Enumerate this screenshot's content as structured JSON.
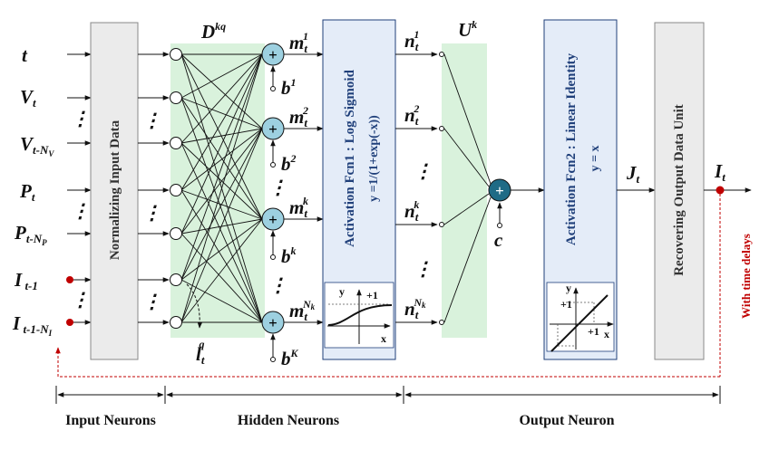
{
  "inputs": [
    {
      "base": "t",
      "sub": ""
    },
    {
      "base": "V",
      "sub": "t"
    },
    {
      "base": "V",
      "sub": "t-N",
      "subsub": "V"
    },
    {
      "base": "P",
      "sub": "t"
    },
    {
      "base": "P",
      "sub": "t-N",
      "subsub": "P"
    },
    {
      "base": "I",
      "sub": " t-1"
    },
    {
      "base": "I",
      "sub": " t-1-N",
      "subsub": "I"
    }
  ],
  "dots": "⋮",
  "boxes": {
    "normalize": "Normalizing Input Data",
    "act1_title": "Activation Fcn1 : Log Sigmoid",
    "act1_formula": "y =1/(1+exp(-x))",
    "act2_title": "Activation Fcn2 : Linear Identity",
    "act2_formula": "y = x",
    "recover": "Recovering Output Data Unit"
  },
  "weights": {
    "D": "D",
    "D_sup": "kq",
    "U": "U",
    "U_sup": "k",
    "l": "l",
    "l_sub": "t",
    "l_sup": "q"
  },
  "hidden_sums": [
    {
      "m_sup": "1",
      "b": "b",
      "b_sup": "1"
    },
    {
      "m_sup": "2",
      "b": "b",
      "b_sup": "2"
    },
    {
      "m_sup": "k",
      "b": "b",
      "b_sup": "k"
    },
    {
      "m_sup": "N",
      "m_supsub": "k",
      "b": "b",
      "b_sup": "K"
    }
  ],
  "m_base": "m",
  "m_sub": "t",
  "n_outputs": [
    {
      "sup": "1"
    },
    {
      "sup": "2"
    },
    {
      "sup": "k"
    },
    {
      "sup": "N",
      "supsub": "k"
    }
  ],
  "n_base": "n",
  "n_sub": "t",
  "plus": "+",
  "c_label": "c",
  "J": {
    "base": "J",
    "sub": "t"
  },
  "I_out": {
    "base": "I",
    "sub": "t"
  },
  "feedback_label": "With time delays",
  "sig_plot": {
    "y": "y",
    "x": "x",
    "one": "+1"
  },
  "lin_plot": {
    "y": "y",
    "x": "x",
    "one_y": "+1",
    "one_x": "+1"
  },
  "sections": {
    "input": "Input Neurons",
    "hidden": "Hidden Neurons",
    "output": "Output Neuron"
  },
  "colors": {
    "green_band": "#d9f2dc",
    "sum_node": "#9dd0e0",
    "out_node": "#1f6b86",
    "act_box": "#e4ecf8",
    "gray_box": "#ebebeb",
    "feedback": "#c00000"
  }
}
